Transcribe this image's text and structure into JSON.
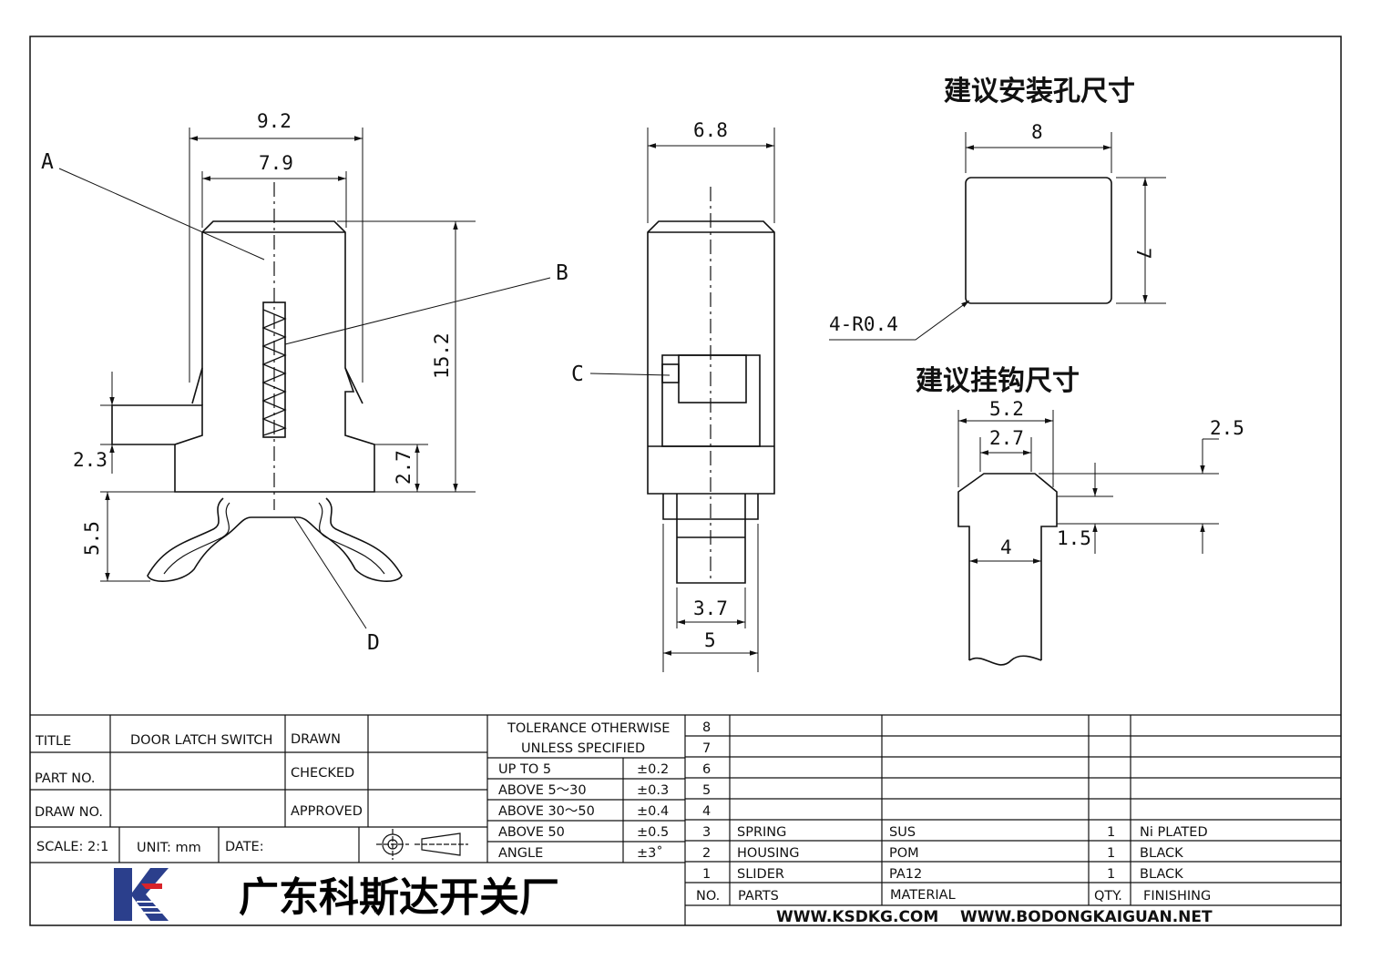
{
  "views": {
    "front": {
      "dim_top_outer": "9.2",
      "dim_top_inner": "7.9",
      "dim_height": "15.2",
      "dim_flange": "2.7",
      "dim_ledge": "2.3",
      "dim_spring": "5.5",
      "label_a": "A",
      "label_b": "B",
      "label_d": "D"
    },
    "side": {
      "dim_width": "6.8",
      "dim_slider_inner": "3.7",
      "dim_slider_outer": "5",
      "label_c": "C"
    },
    "mount_hole": {
      "title": "建议安装孔尺寸",
      "dim_width": "8",
      "dim_height": "7",
      "radius": "4-R0.4"
    },
    "hook": {
      "title": "建议挂钩尺寸",
      "dim_outer": "5.2",
      "dim_inner": "2.7",
      "dim_right": "2.5",
      "dim_lower": "1.5",
      "dim_body": "4"
    }
  },
  "title_block": {
    "title_label": "TITLE",
    "title_value": "DOOR LATCH SWITCH",
    "drawn_label": "DRAWN",
    "partno_label": "PART NO.",
    "checked_label": "CHECKED",
    "drawno_label": "DRAW NO.",
    "approved_label": "APPROVED",
    "scale_label": "SCALE: 2:1",
    "unit_label": "UNIT: mm",
    "date_label": "DATE:",
    "tolerance_header_1": "TOLERANCE OTHERWISE",
    "tolerance_header_2": "UNLESS SPECIFIED",
    "tolerances": [
      {
        "range": "UP TO 5",
        "value": "±0.2"
      },
      {
        "range": "ABOVE 5～30",
        "value": "±0.3"
      },
      {
        "range": "ABOVE 30～50",
        "value": "±0.4"
      },
      {
        "range": "ABOVE 50",
        "value": "±0.5"
      },
      {
        "range": "ANGLE",
        "value": "±3˚"
      }
    ],
    "company_name": "广东科斯达开关厂"
  },
  "parts_list": {
    "rows": [
      {
        "no": "8",
        "part": "",
        "material": "",
        "qty": "",
        "finishing": ""
      },
      {
        "no": "7",
        "part": "",
        "material": "",
        "qty": "",
        "finishing": ""
      },
      {
        "no": "6",
        "part": "",
        "material": "",
        "qty": "",
        "finishing": ""
      },
      {
        "no": "5",
        "part": "",
        "material": "",
        "qty": "",
        "finishing": ""
      },
      {
        "no": "4",
        "part": "",
        "material": "",
        "qty": "",
        "finishing": ""
      },
      {
        "no": "3",
        "part": "SPRING",
        "material": "SUS",
        "qty": "1",
        "finishing": "Ni PLATED"
      },
      {
        "no": "2",
        "part": "HOUSING",
        "material": "POM",
        "qty": "1",
        "finishing": "BLACK"
      },
      {
        "no": "1",
        "part": "SLIDER",
        "material": "PA12",
        "qty": "1",
        "finishing": "BLACK"
      }
    ],
    "header": {
      "no": "NO.",
      "part": "PARTS",
      "material": "MATERIAL",
      "qty": "QTY.",
      "finishing": "FINISHING"
    },
    "websites": "WWW.KSDKG.COM    WWW.BODONGKAIGUAN.NET"
  }
}
